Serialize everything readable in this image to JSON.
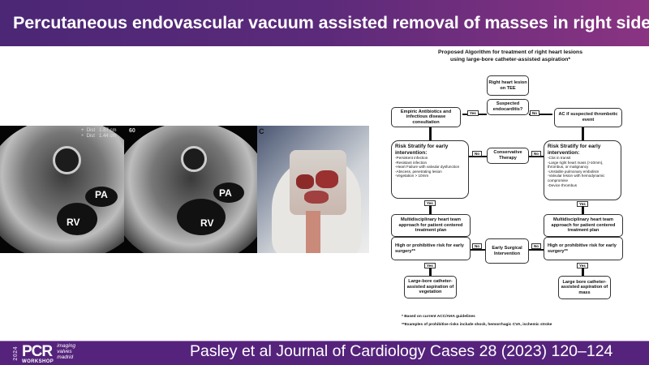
{
  "slide": {
    "title": "Percutaneous endovascular vacuum assisted removal of masses in right side",
    "citation": "Pasley et al Journal of Cardiology Cases 28 (2023) 120–124",
    "logo": {
      "year": "2024",
      "brand": "PCR",
      "sub": "WORKSHOP",
      "tagline": [
        "imaging",
        "valves",
        "madrid"
      ]
    }
  },
  "echo": {
    "panel_a": {
      "measure": "+  Dist   1.87 cm\n÷  Dist   1.44 cm",
      "pa": "PA",
      "rv": "RV"
    },
    "panel_b": {
      "angle": "60",
      "pa": "PA",
      "rv": "RV"
    },
    "panel_c": {
      "label": "C"
    }
  },
  "flowchart": {
    "title": [
      "Proposed Algorithm for treatment of right heart lesions",
      "using large-bore catheter-assisted aspiration*"
    ],
    "start": "Right heart lesion on TEE",
    "question": "Suspected endocarditis?",
    "yes": "Yes",
    "no": "No",
    "left_top": "Empiric Antibiotics and infectious disease consultation",
    "right_top": "AC if suspected thrombotic event",
    "risk_head": "Risk Stratify for early intervention:",
    "left_risk_items": [
      "-Persistent infection",
      "-Resistant infection",
      "-Heart Failure with valvular dysfunction",
      "-Abscess, penetrating lesion",
      "-Vegetation > 10mm"
    ],
    "right_risk_items": [
      "-Clot in transit",
      "-Large right heart mass (>10mm), thrombus, or malignancy",
      "-Unstable pulmonary embolism",
      "-Valvular lesion with hemodynamic compromise",
      "-Device thrombus"
    ],
    "conservative": "Conservative Therapy",
    "multidisciplinary": "Multidisciplinary heart team approach for patient centered treatment plan",
    "high_risk": "High or prohibitive risk for early surgery**",
    "early_surgical": "Early Surgical Intervention",
    "left_end": "Large-bore catheter-assisted aspiration of vegetation",
    "right_end": "Large bore catheter-assisted aspiration of mass",
    "footnotes": [
      "* Based on current ACC/AHA guidelines",
      "**Examples of prohibitive risks include shock, hemorrhagic CVA, ischemic stroke"
    ]
  }
}
